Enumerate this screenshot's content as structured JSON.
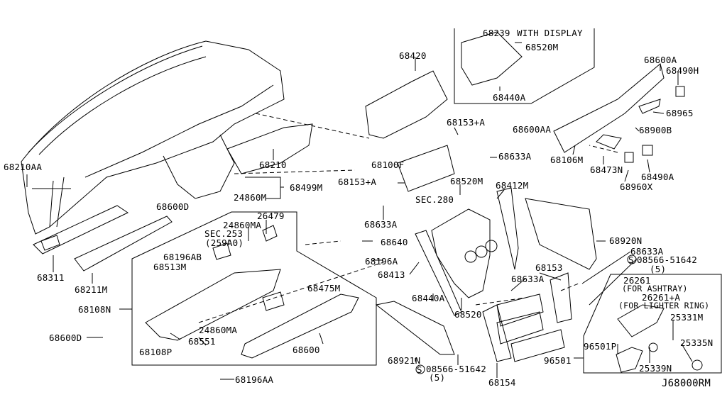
{
  "diagram": {
    "code": "J68000RM",
    "with_display_note": "WITH DISPLAY",
    "labels": [
      "68239",
      "68520M",
      "68420",
      "68440A",
      "68600A",
      "68490H",
      "68965",
      "68600AA",
      "68900B",
      "68153+A",
      "68633A",
      "68106M",
      "68473N",
      "68490A",
      "68960X",
      "68100F",
      "68153+A",
      "68520M",
      "68412M",
      "SEC.280",
      "68633A",
      "68210AA",
      "68210",
      "68499M",
      "24860M",
      "68600D",
      "26479",
      "24860MA",
      "SEC.253",
      "(259A0)",
      "68196AB",
      "68513M",
      "68640",
      "68196A",
      "68413",
      "68920N",
      "68633A",
      "08566-51642",
      "(5)",
      "68153",
      "68633A",
      "26261",
      "(FOR ASHTRAY)",
      "26261+A",
      "(FOR LIGHTER RING)",
      "68440A",
      "68520",
      "25331M",
      "68108N",
      "68475M",
      "24860MA",
      "68600D",
      "68551",
      "25335N",
      "68108P",
      "68600",
      "96501P",
      "96501",
      "68921N",
      "25339N",
      "08566-51642",
      "(5)",
      "68154",
      "68196AA",
      "68311",
      "68211M"
    ],
    "screw_symbol": "S",
    "line_color": "#000000",
    "background": "#ffffff"
  }
}
